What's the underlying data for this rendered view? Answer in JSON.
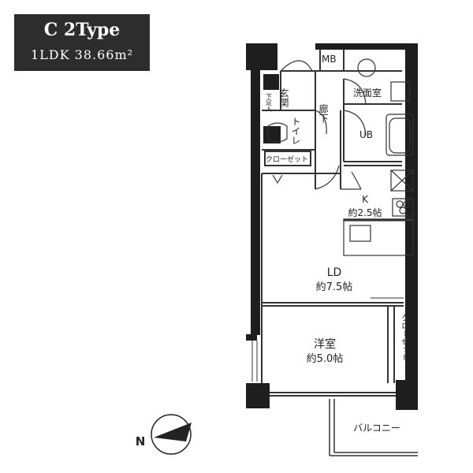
{
  "header": {
    "type": "C 2Type",
    "layout_area": "1LDK 38.66m²"
  },
  "rooms": {
    "mb": "MB",
    "entrance": "玄関",
    "shoe_box": "下足入",
    "corridor": "廊下",
    "washroom": "洗面室",
    "toilet": "トイレ",
    "ub": "UB",
    "closet_small": "クローゼット",
    "kitchen": "K",
    "kitchen_size": "約2.5帖",
    "ld": "LD",
    "ld_size": "約7.5帖",
    "western": "洋室",
    "western_size": "約5.0帖",
    "closet_right": "クローゼット",
    "balcony": "バルコニー"
  },
  "compass": {
    "north": "N"
  },
  "colors": {
    "title_bg": "#2d2d2d",
    "wall": "#1e1e1e",
    "line": "#333333"
  }
}
